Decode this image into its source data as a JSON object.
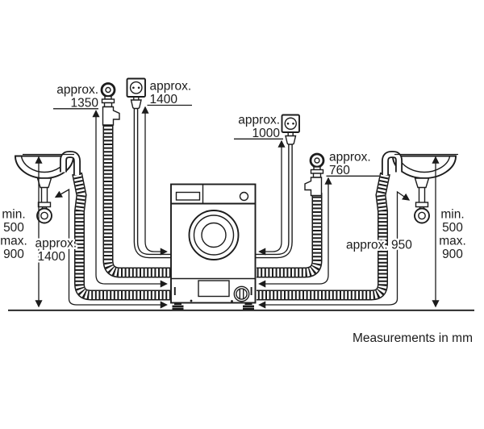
{
  "diagram": {
    "footer": "Measurements in mm",
    "labels": {
      "tap_left": {
        "word": "approx.",
        "value": "1350"
      },
      "socket_left": {
        "word": "approx.",
        "value": "1400"
      },
      "socket_middle": {
        "word": "approx.",
        "value": "1000"
      },
      "tap_right": {
        "word": "approx.",
        "value": "760"
      },
      "drain_left": {
        "word": "approx.",
        "value": "1400"
      },
      "drain_right": {
        "text": "approx. 950"
      },
      "height_left": {
        "l1": "min.",
        "l2": "500",
        "l3": "max.",
        "l4": "900"
      },
      "height_right": {
        "l1": "min.",
        "l2": "500",
        "l3": "max.",
        "l4": "900"
      }
    },
    "colors": {
      "line": "#1c1c1c",
      "background": "#ffffff"
    }
  }
}
